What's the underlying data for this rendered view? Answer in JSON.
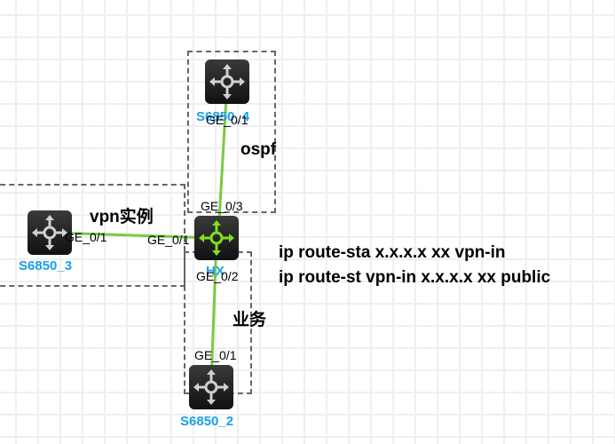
{
  "zones": [
    {
      "id": "ospf",
      "label": "ospf"
    },
    {
      "id": "vpn",
      "label": "vpn实例"
    },
    {
      "id": "business",
      "label": "业务"
    }
  ],
  "devices": {
    "s6850_4": {
      "name": "S6850_4"
    },
    "s6850_3": {
      "name": "S6850_3"
    },
    "hx": {
      "name": "HX"
    },
    "s6850_2": {
      "name": "S6850_2"
    }
  },
  "ports": {
    "s4_ge01": "GE_0/1",
    "hx_ge03": "GE_0/3",
    "s3_ge01": "GE_0/1",
    "hx_ge01": "GE_0/1",
    "hx_ge02": "GE_0/2",
    "s2_ge01": "GE_0/1"
  },
  "notes": [
    "ip route-sta x.x.x.x xx vpn-in",
    "ip route-st vpn-in x.x.x.x xx public"
  ],
  "colors": {
    "link": "#7ac943",
    "core_icon": "#7fe020",
    "device_icon": "#d0d0d0",
    "device_name": "#1aa0e8"
  }
}
